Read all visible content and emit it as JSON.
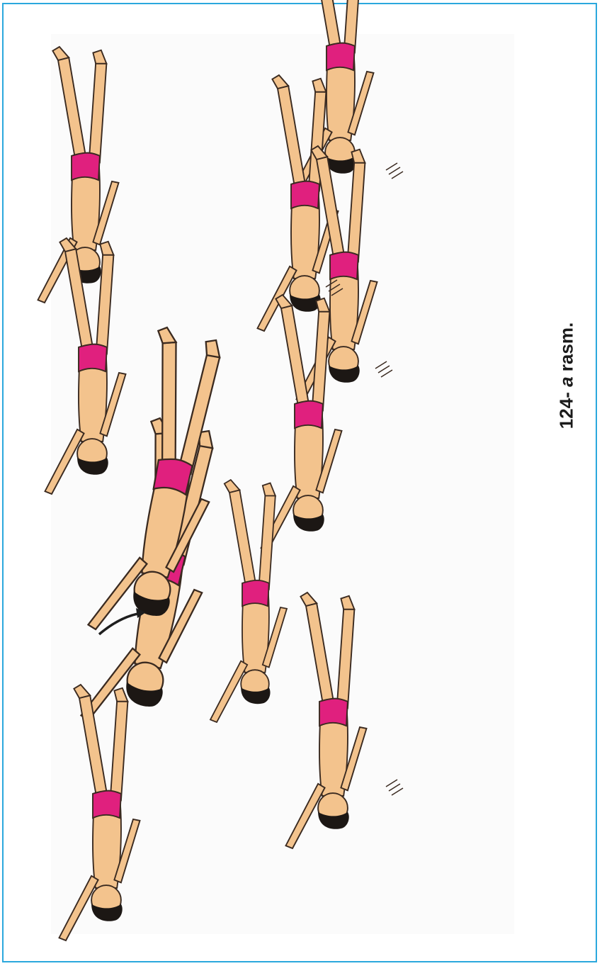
{
  "caption": {
    "number": "124-",
    "letter": "a",
    "word": "rasm."
  },
  "colors": {
    "frame": "#2ba8dd",
    "skin": "#f3c38d",
    "hair": "#1c1714",
    "swimsuit": "#e0207e",
    "outline": "#3a2a20",
    "arrow": "#1e1e1e"
  },
  "icons": [
    "arrow-icon",
    "motion-lines-icon"
  ]
}
